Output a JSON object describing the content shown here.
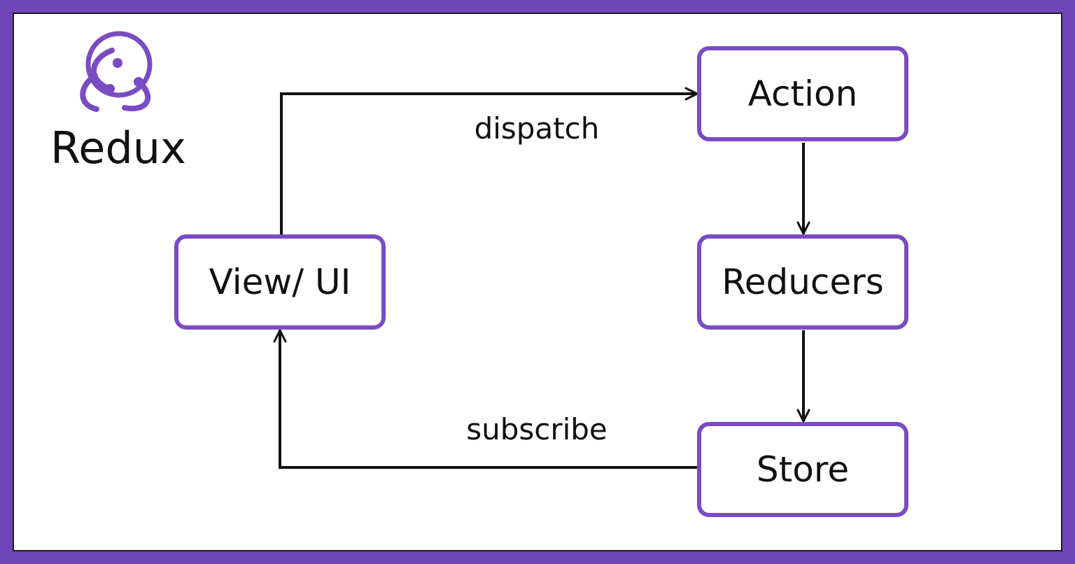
{
  "brand": {
    "name": "Redux",
    "logo_icon": "redux-logo-icon",
    "accent_color": "#7a4bc2"
  },
  "nodes": {
    "view": "View/ UI",
    "action": "Action",
    "reducers": "Reducers",
    "store": "Store"
  },
  "edges": {
    "view_to_action": "dispatch",
    "store_to_view": "subscribe"
  },
  "colors": {
    "frame": "#6f44b8",
    "node_border": "#7a4bc2",
    "arrow": "#111111",
    "background": "#ffffff"
  }
}
